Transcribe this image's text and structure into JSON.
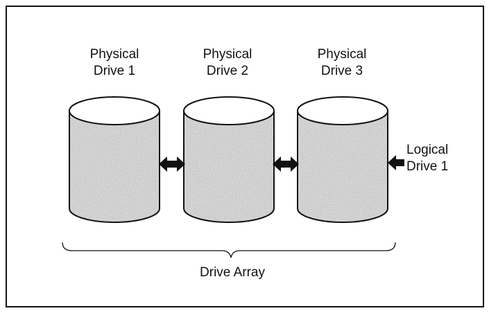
{
  "diagram": {
    "drives": [
      {
        "line1": "Physical",
        "line2": "Drive 1"
      },
      {
        "line1": "Physical",
        "line2": "Drive 2"
      },
      {
        "line1": "Physical",
        "line2": "Drive 3"
      }
    ],
    "logical_drive": {
      "line1": "Logical",
      "line2": "Drive 1"
    },
    "array_label": "Drive Array",
    "colors": {
      "line": "#111111",
      "fill": "#d7d7d7"
    }
  }
}
